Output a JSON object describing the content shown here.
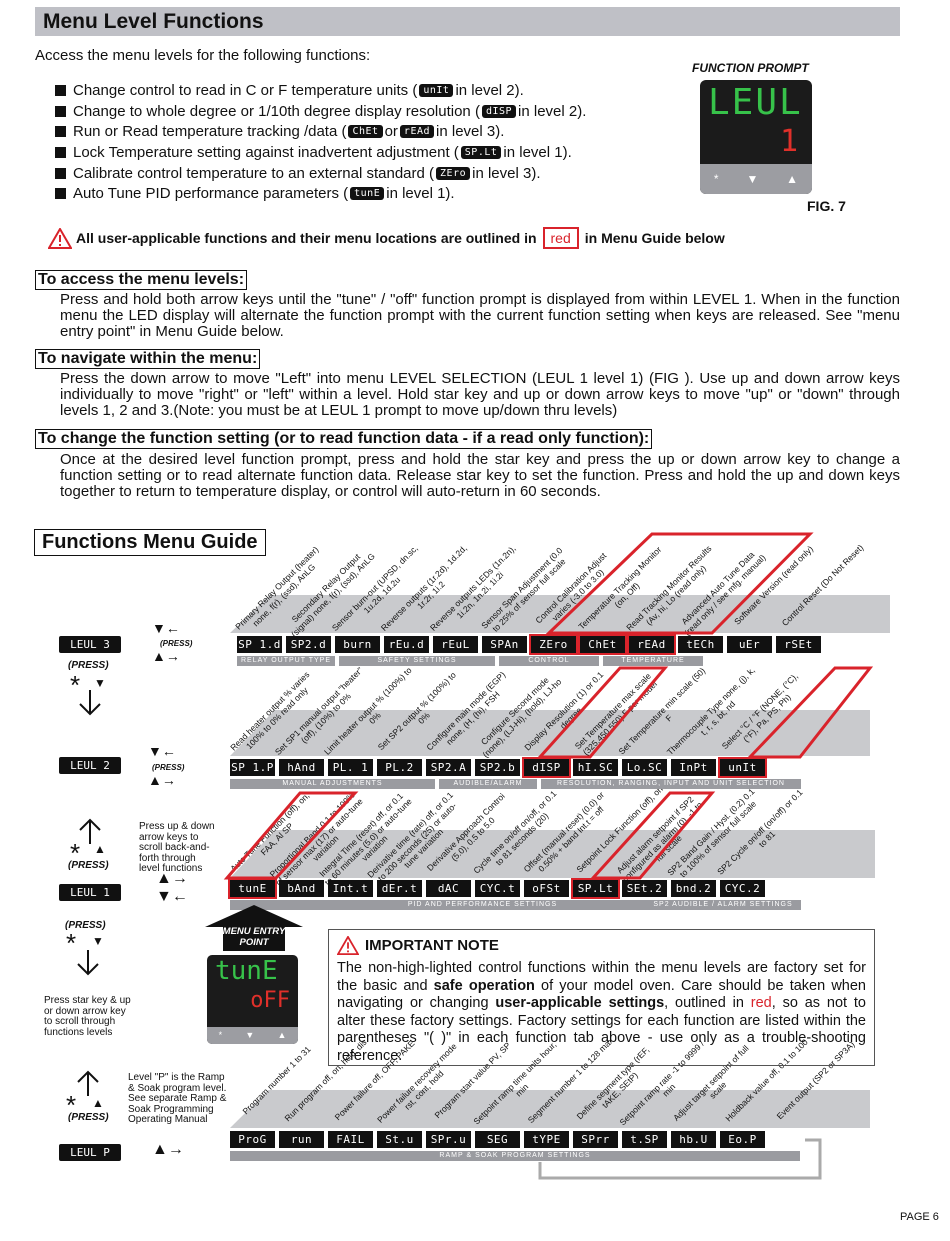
{
  "title": "Menu Level Functions",
  "intro": "Access the menu levels for the following functions:",
  "functions": [
    {
      "pre": "Change control to read in C or F temperature units (",
      "code": "unIt",
      "post": " in level 2)."
    },
    {
      "pre": "Change to whole degree or 1/10th degree display resolution (",
      "code": "dISP",
      "post": " in level 2)."
    },
    {
      "pre": "Run or Read temperature tracking /data (",
      "code": "ChEt",
      "mid": " or ",
      "code2": "rEAd",
      "post": " in level 3)."
    },
    {
      "pre": "Lock Temperature setting against inadvertent adjustment (",
      "code": "SP.Lt",
      "post": " in level 1)."
    },
    {
      "pre": "Calibrate control temperature to an external standard (",
      "code": "ZEro",
      "post": " in level 3)."
    },
    {
      "pre": "Auto Tune PID performance parameters (",
      "code": "tunE",
      "post": " in level 1)."
    }
  ],
  "function_prompt": {
    "label": "FUNCTION PROMPT",
    "line1": "LEUL",
    "line2": "1",
    "fig": "FIG. 7",
    "keys": [
      "*",
      "▼",
      "▲"
    ]
  },
  "warning": {
    "pre": "All user-applicable functions and their menu locations are outlined in",
    "word": "red",
    "post": "in Menu Guide below"
  },
  "sections": [
    {
      "heading": "To access the menu levels:",
      "body": "Press and hold both arrow keys until the \"tune\" / \"off\" function prompt is displayed from within LEVEL 1.  When in the function menu the LED display will alternate the function prompt with the current function setting when keys are released.  See  \"menu entry point\"  in Menu Guide below."
    },
    {
      "heading": "To navigate within the menu:",
      "body": "Press the down arrow to move \"Left\" into menu LEVEL SELECTION (LEUL 1 level 1) (FIG ). Use up and down arrow keys individually to move \"right\" or \"left\" within a level. Hold star key and up or down arrow keys to move \"up\" or \"down\" through levels 1, 2 and 3.(Note: you must be at LEUL 1 prompt to move up/down thru levels)"
    },
    {
      "heading": "To change the function setting (or to read function data - if a read only function):",
      "body": "Once at the desired level function prompt, press and hold the star key and press the up or down arrow key to change a function setting or to read alternate function data. Release star key to set the function. Press and hold the up and down keys together to return to temperature display, or control will auto-return in 60 seconds."
    }
  ],
  "guide_title": "Functions Menu Guide",
  "levels": {
    "l3": {
      "name": "LEUL 3",
      "codes": [
        "SP 1.d",
        "SP2.d",
        "burn",
        "rEu.d",
        "rEuL",
        "SPAn",
        "ZEro",
        "ChEt",
        "rEAd",
        "tECh",
        "uEr",
        "rSEt"
      ],
      "highlight": [
        6,
        7,
        8
      ],
      "labels": [
        "Primary Relay Output (heater) none, f(r), (ssd), AnLG",
        "Secondary Relay Output (signal) none, f(r), (ssd), AnLG",
        "Sensor burn-out (UPSD, dn.sc, 1u.2d, 1d.2u",
        "Reverse outputs (1r.2d), 1d.2d, 1r.2r, 1i.2",
        "Reverse outputs LEDs (1n.2n), 1i.2n, 1n.2i, 1i.2i",
        "Sensor Span Adjustment (0.0 to 25% of sensor full scale",
        "Control Calibration Adjust varies (-3.0 to 3.0)",
        "Temperature Tracking Monitor (on, Off)",
        "Read Tracking Monitor Results (Av, hi, Lo (read only)",
        "Advanced Auto Tune Data (read only / see mfg. manual)",
        "Software Version (read only)",
        "Control Reset (Do Not Reset)"
      ],
      "groups": [
        "RELAY OUTPUT TYPE",
        "SAFETY SETTINGS",
        "CONTROL CALIBRATION",
        "TEMPERATURE TRACKING"
      ]
    },
    "l2": {
      "name": "LEUL 2",
      "codes": [
        "SP 1.P",
        "hAnd",
        "PL. 1",
        "PL.2",
        "SP2.A",
        "SP2.b",
        "dISP",
        "hI.SC",
        "Lo.SC",
        "InPt",
        "unIt"
      ],
      "highlight": [
        6,
        10
      ],
      "labels": [
        "Read heater output % varies 100% to 0% read only",
        "Set SP1 manual output \"heater\" (off), (10%) to 0%",
        "Limit heater output % (100%) to 0%",
        "Set SP2 output % (100%) to 0%",
        "Configure main mode (EGP) none, (H, (hi), FSH",
        "Configure Second mode (none), (LJ-Hi), (hold), LJ-ho",
        "Display Resolution (1) or 0.1 degree",
        "Set Temperature max scale (325,450,550) F per model",
        "Set Temperature min scale (50) F",
        "Thermocouple Type none, (j), k, t, r, s, bt, nd",
        "Select °C / °F (NONE, (°C), (°F), Pa, PS, Ph)"
      ],
      "groups": [
        "MANUAL ADJUSTMENTS",
        "AUDIBLE/ALARM MODES",
        "RESOLUTION, RANGING, INPUT AND UNIT SELECTION"
      ]
    },
    "l1": {
      "name": "LEUL 1",
      "codes": [
        "tunE",
        "bAnd",
        "Int.t",
        "dEr.t",
        "dAC",
        "CYC.t",
        "oFSt",
        "SP.Lt",
        "SEt.2",
        "bnd.2",
        "CYC.2"
      ],
      "highlight": [
        0,
        7
      ],
      "labels": [
        "Auto Tune Function (off), on, FAA, Al SP",
        "Proportional Band 0.1 to 100% of sensor max (17) or auto-tune variation",
        "Integral Time (reset) off, or 0.1 to 60 minutes (5.0) or auto-tune variation",
        "Derivative time (rate) off, or 0.1 to 200 seconds (25) or auto-tune variation",
        "Derivative Approach Control (5.0), 0.5 to 5.0",
        "Cycle time on/off on/off, or 0.1 to 81 seconds (20)",
        "Offset (manual reset) (0.0) or 0.50% + band Int.t = off",
        "Setpoint Lock Function (off), on",
        "Adjust alarm setpoint if SP2 configured as alarm (0), -1 to full scale",
        "SP2 Band Gain / Hyst. (0.2) 0.1 to 100% of sensor full scale",
        "SP2 Cycle on/off (on/off) or 0.1 to 81"
      ],
      "groups": [
        "PID AND PERFORMANCE SETTINGS",
        "SP2 AUDIBLE / ALARM SETTINGS"
      ]
    },
    "lp": {
      "name": "LEUL P",
      "codes": [
        "ProG",
        "run",
        "FAIL",
        "St.u",
        "SPr.u",
        "SEG",
        "tYPE",
        "SPrr",
        "t.SP",
        "hb.U",
        "Eo.P"
      ],
      "labels": [
        "Program number 1 to 31",
        "Run program off, on, hold, dis",
        "Power failure off, OFF, PAKE",
        "Power failure recovery mode rst, cont, hold",
        "Program start value PV, SP",
        "Setpoint ramp time units hour, min",
        "Segment number 1 to 128 max",
        "Define segment type (rEF, tAKE, SEtP)",
        "Setpoint ramp rate -1 to 9999 / min",
        "Adjust target setpoint of full scale",
        "Holdback value off, 0.1 to 100",
        "Event output (SP2 or SP3A)"
      ],
      "groups": [
        "RAMP & SOAK PROGRAM SETTINGS"
      ]
    }
  },
  "nav": {
    "press": "(PRESS)",
    "l1_help": "Press up & down arrow keys to scroll back-and-forth through level functions",
    "star_help": "Press star key & up or down arrow key to scroll through functions levels",
    "lp_help": "Level \"P\" is the Ramp & Soak program level. See separate Ramp & Soak Programming Operating Manual"
  },
  "menu_entry": {
    "label": "MENU ENTRY POINT",
    "line1": "tunE",
    "line2": "oFF",
    "keys": [
      "*",
      "▼",
      "▲"
    ]
  },
  "important_note": {
    "title": "IMPORTANT NOTE",
    "t1": "The non-high-lighted control functions within the menu levels are factory set for the basic and ",
    "b1": "safe operation",
    "t2": " of your model oven. Care should be taken when navigating or changing ",
    "b2": "user-applicable settings",
    "t3": ", outlined in ",
    "r1": "red",
    "t4": ", so as not to alter these factory settings.  Factory settings for each function are listed within the parentheses \"(  )\" in each function tab above - use only as a trouble-shooting reference."
  },
  "colors": {
    "accent_red": "#d9232b",
    "lcd_green": "#37c24a",
    "title_bar": "#bfc0c6"
  },
  "page": "PAGE 6"
}
